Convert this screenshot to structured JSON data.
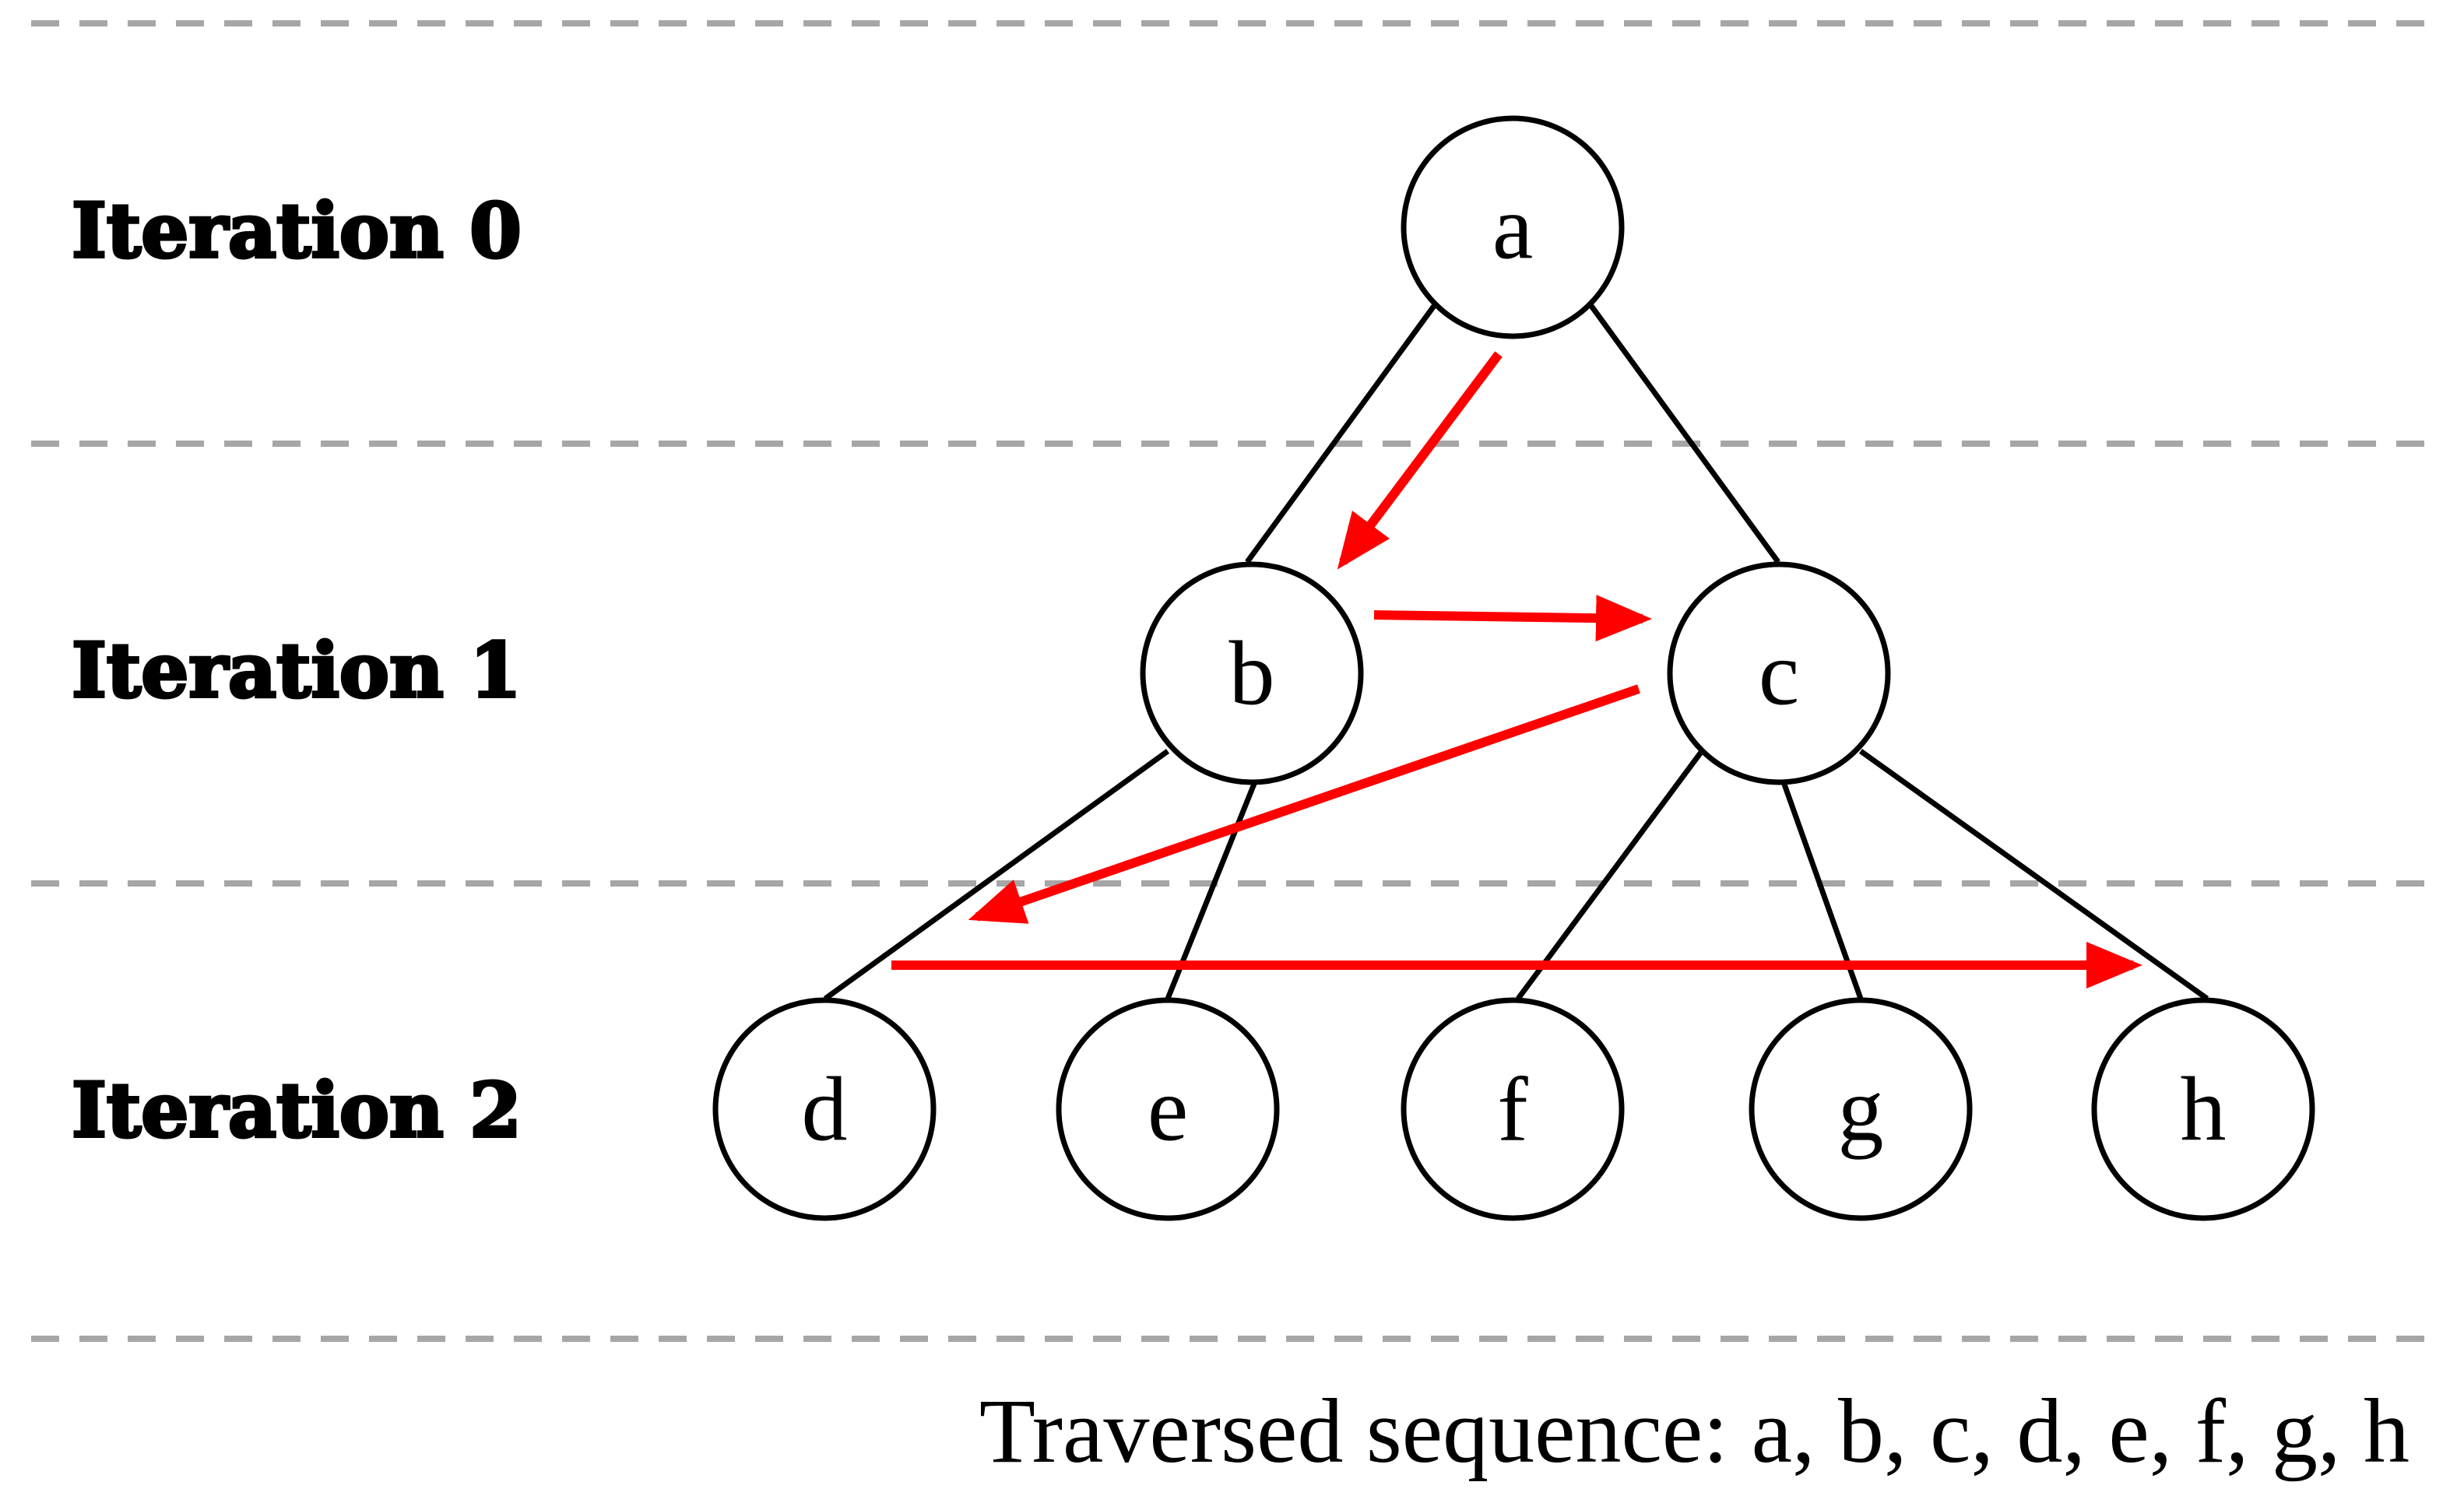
{
  "iterations": [
    {
      "label": "Iteration 0"
    },
    {
      "label": "Iteration 1"
    },
    {
      "label": "Iteration 2"
    }
  ],
  "nodes": {
    "a": "a",
    "b": "b",
    "c": "c",
    "d": "d",
    "e": "e",
    "f": "f",
    "g": "g",
    "h": "h"
  },
  "edges": [
    [
      "a",
      "b"
    ],
    [
      "a",
      "c"
    ],
    [
      "b",
      "d"
    ],
    [
      "b",
      "e"
    ],
    [
      "c",
      "f"
    ],
    [
      "c",
      "g"
    ],
    [
      "c",
      "h"
    ]
  ],
  "traversal_order": [
    "a",
    "b",
    "c",
    "d",
    "e",
    "f",
    "g",
    "h"
  ],
  "caption": "Traversed sequence: a, b, c, d, e, f, g, h",
  "colors": {
    "traversal_arrow": "#ff0000",
    "divider": "#a6a6a6",
    "node_stroke": "#000000"
  }
}
